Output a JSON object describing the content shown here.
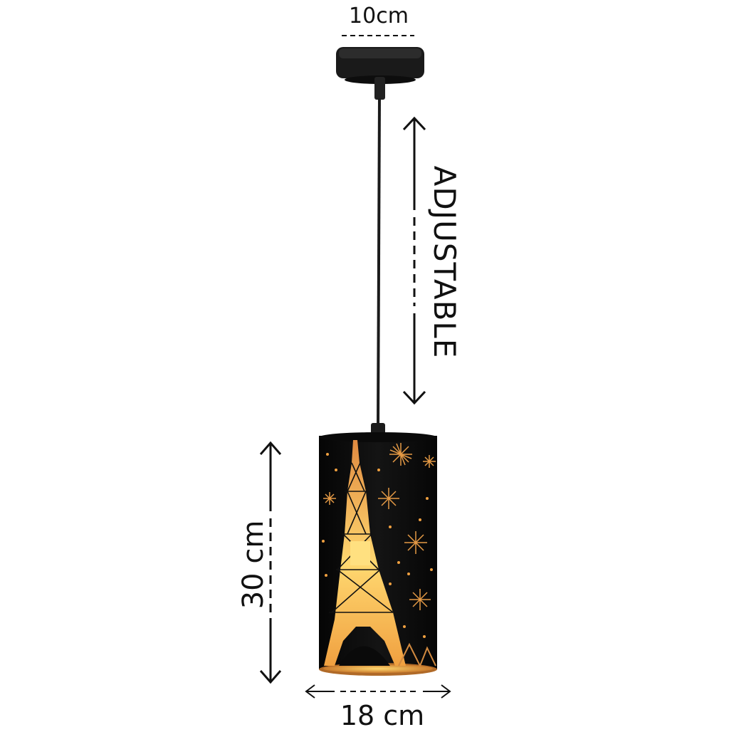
{
  "labels": {
    "top_width": "10cm",
    "adjustable": "ADJUSTABLE",
    "shade_height": "30 cm",
    "shade_width": "18 cm"
  },
  "colors": {
    "lamp_black": "#111111",
    "glow_gold": "#f0a040",
    "glow_bright": "#ffd870",
    "ink": "#111111"
  },
  "icons": [
    "ceiling-canopy",
    "pendant-cord",
    "eiffel-tower-cutout",
    "firework-cutout",
    "double-arrow"
  ]
}
